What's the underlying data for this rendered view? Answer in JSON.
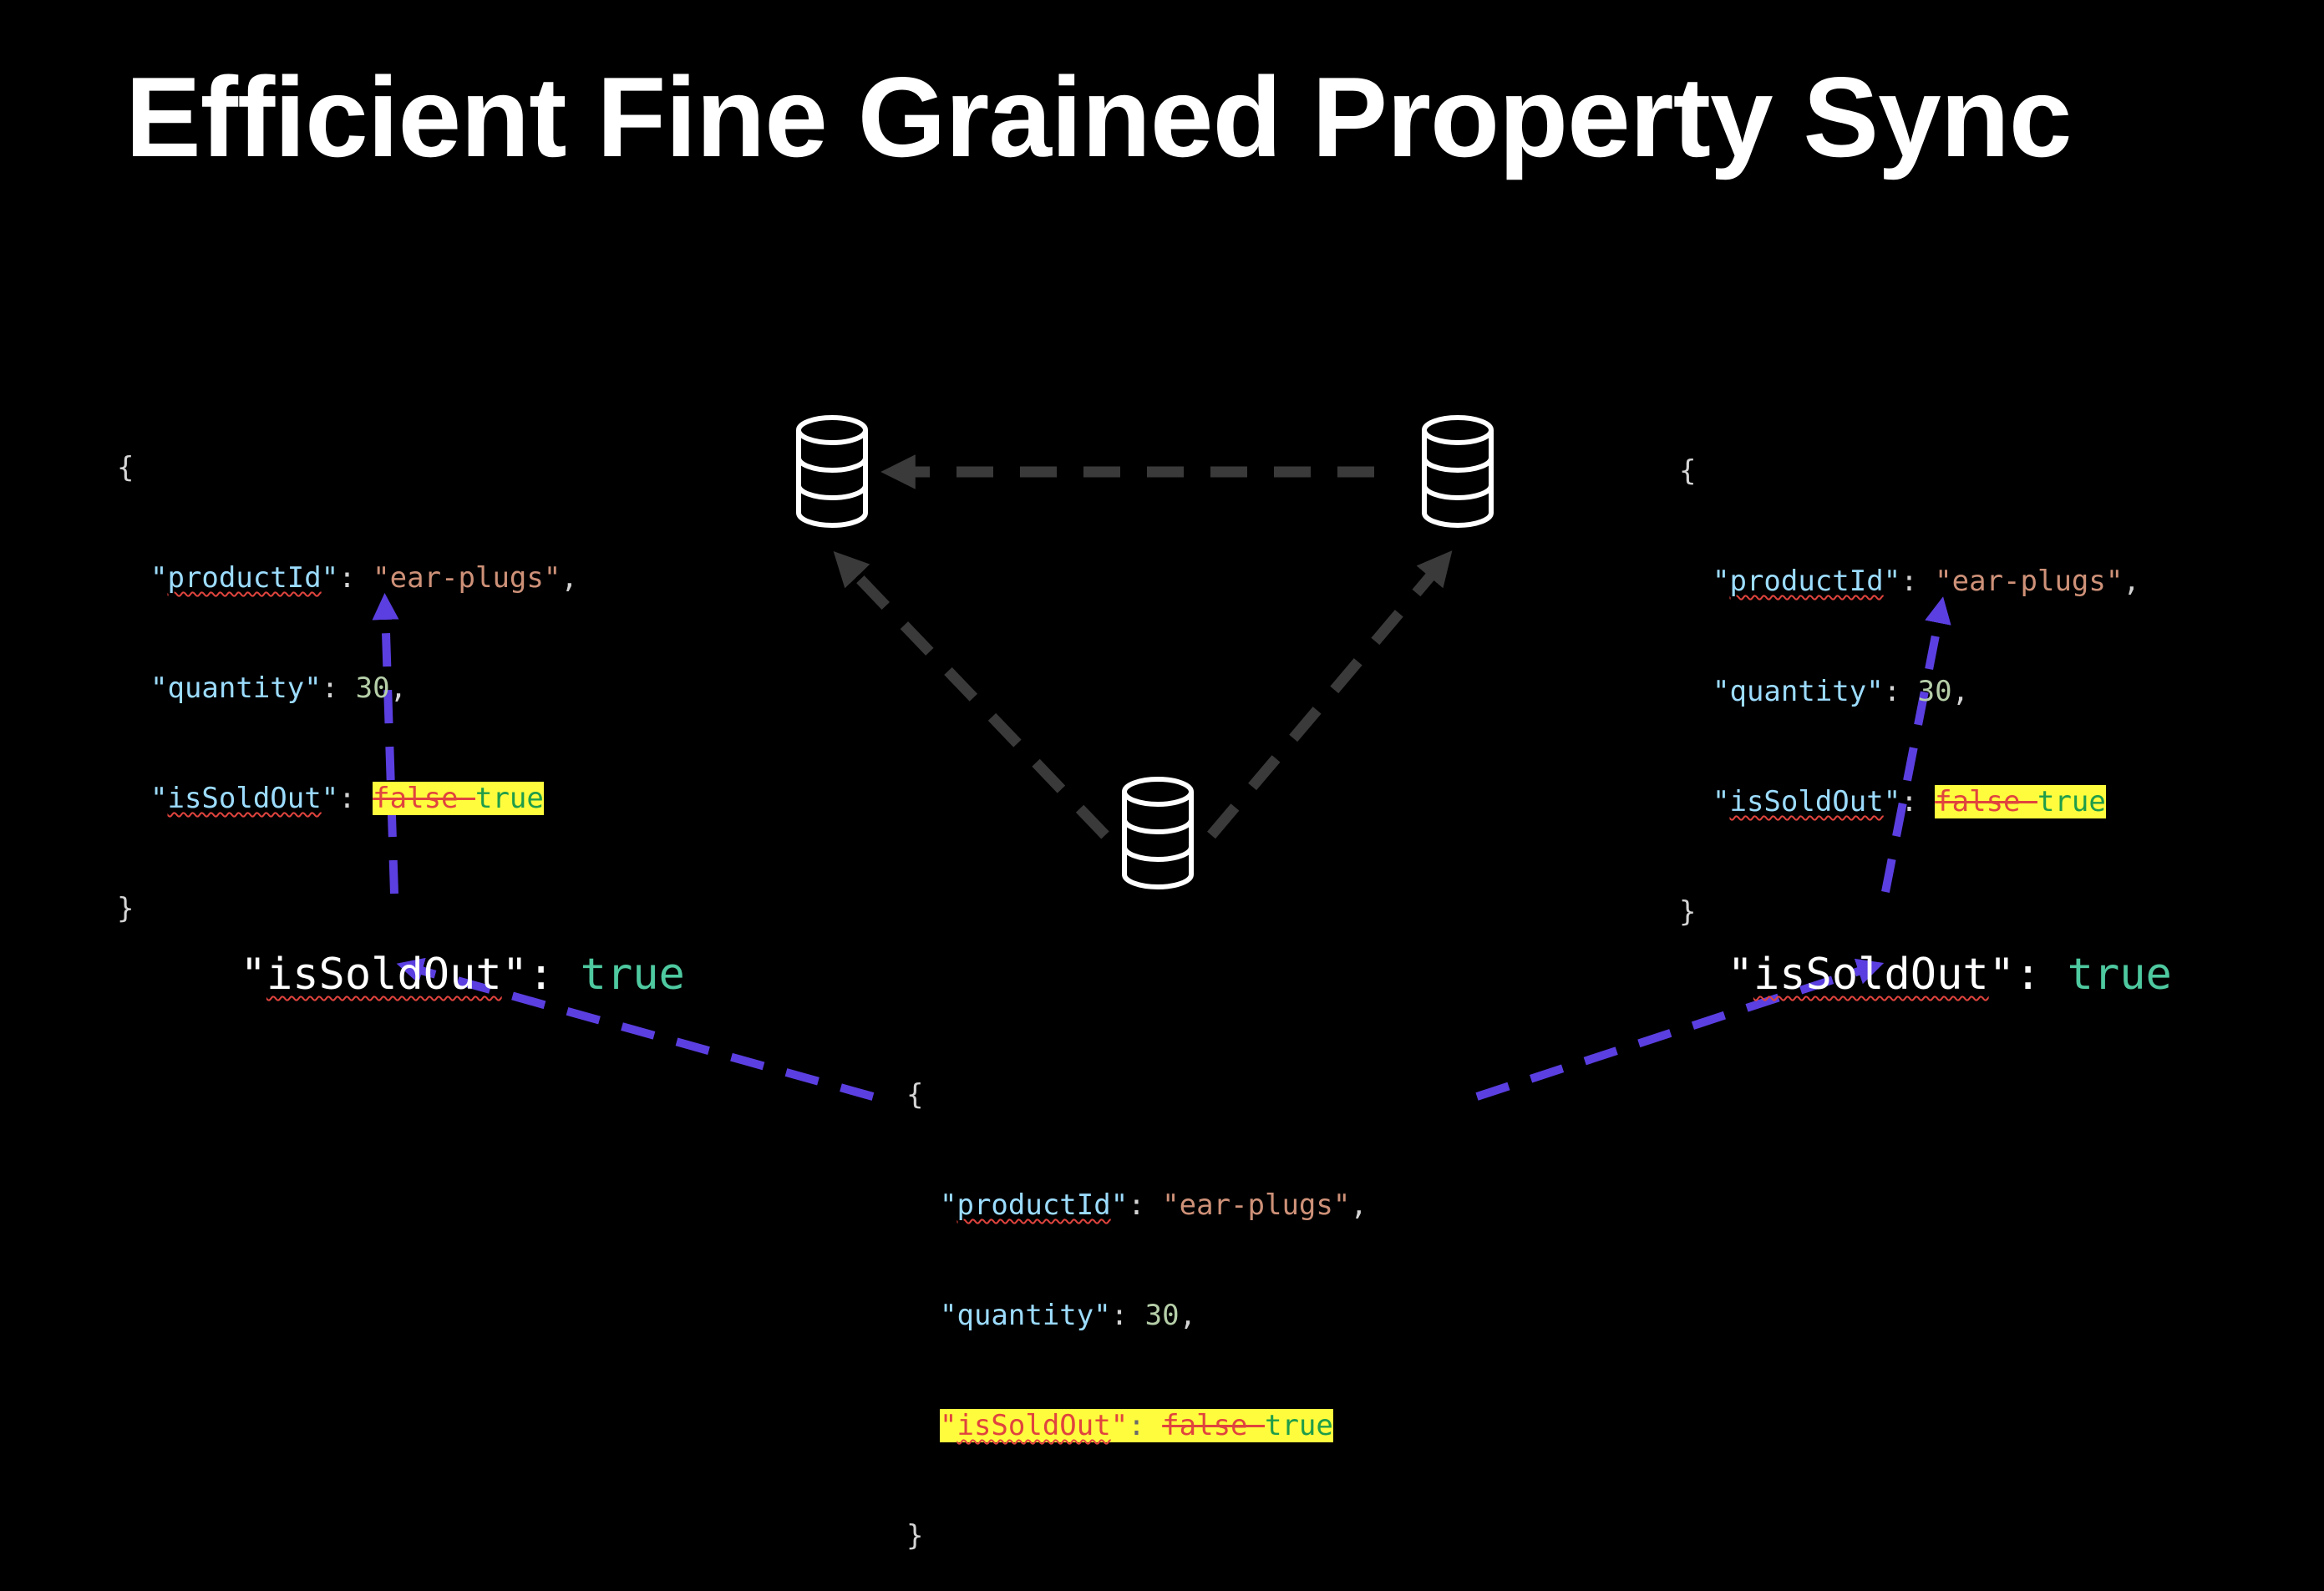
{
  "title": "Efficient Fine Grained Property Sync",
  "document": {
    "open_brace": "{",
    "close_brace": "}",
    "product_key_quote_open": "\"",
    "product_key": "productId",
    "product_key_quote_close": "\"",
    "product_sep": ": ",
    "product_value": "\"ear-plugs\"",
    "product_comma": ",",
    "quantity_key": "\"quantity\"",
    "quantity_sep": ": ",
    "quantity_value": "30",
    "quantity_comma": ",",
    "soldout_key_quote_open": "\"",
    "soldout_key": "isSoldOut",
    "soldout_key_quote_close": "\"",
    "soldout_sep": ": ",
    "old_value": "false ",
    "new_value": "true"
  },
  "change_fragment": {
    "key_quote_open": "\"",
    "key": "isSoldOut",
    "key_quote_close": "\"",
    "separator": ": ",
    "value": "true"
  },
  "colors": {
    "background": "#000000",
    "replication_arrow": "#3a3a3a",
    "delta_arrow": "#5b3fe0",
    "highlight": "#fffc3d"
  },
  "icons": {
    "node": "database-icon"
  }
}
